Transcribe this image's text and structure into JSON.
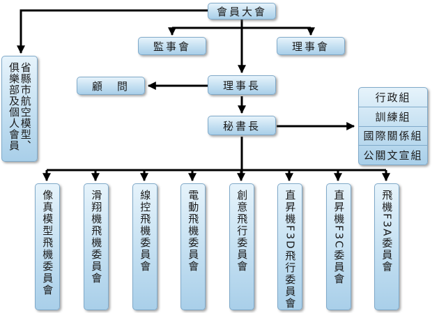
{
  "top": "會員大會",
  "left_column": "省縣市航空模型、俱樂部及個人會員",
  "supervisors": "監事會",
  "directors": "理事會",
  "advisor": "顧　問",
  "chairman": "理事長",
  "secretary": "秘書長",
  "departments": [
    "行政組",
    "訓練組",
    "國際關係組",
    "公關文宣組"
  ],
  "committees": [
    "像真模型飛機委員會",
    "滑翔機飛機委員會",
    "線控飛機委員會",
    "電動飛機委員會",
    "創意飛行委員會",
    "直昇機F3D飛行委員會",
    "直昇機F3C委員會",
    "飛機F3A委員會"
  ]
}
